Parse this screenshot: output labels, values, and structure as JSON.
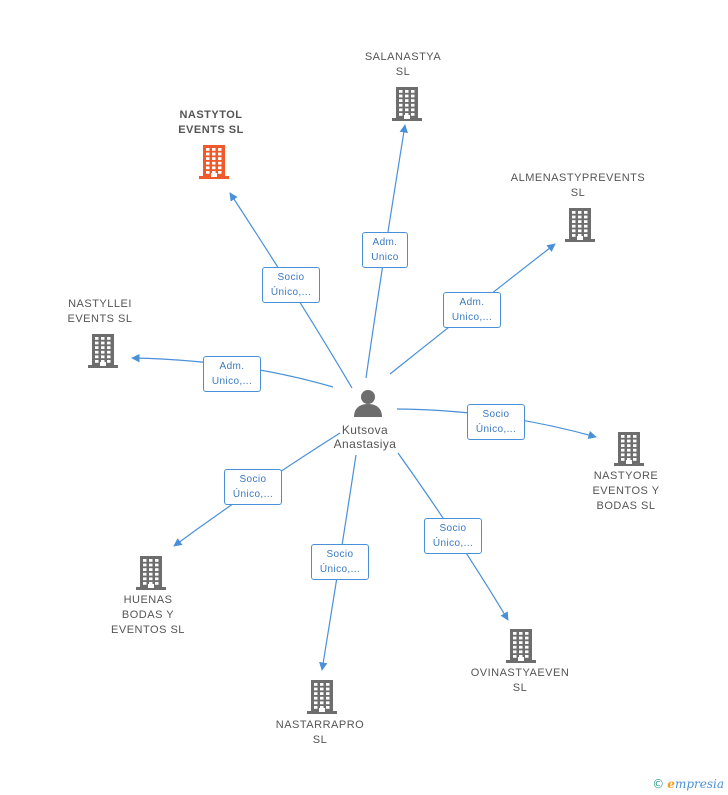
{
  "center": {
    "line1": "Kutsova",
    "line2": "Anastasiya",
    "icon": "person-icon"
  },
  "companies": [
    {
      "id": "nastytol",
      "line1": "NASTYTOL",
      "line2": "EVENTS  SL",
      "line3": "",
      "highlight": true,
      "color": "#f05a2a"
    },
    {
      "id": "salanastya",
      "line1": "SALANASTYA",
      "line2": "SL",
      "line3": "",
      "highlight": false,
      "color": "#6d6d6d"
    },
    {
      "id": "almenastyprevents",
      "line1": "ALMENASTYPREVENTS",
      "line2": "SL",
      "line3": "",
      "highlight": false,
      "color": "#6d6d6d"
    },
    {
      "id": "nastyllei",
      "line1": "NASTYLLEI",
      "line2": "EVENTS  SL",
      "line3": "",
      "highlight": false,
      "color": "#6d6d6d"
    },
    {
      "id": "nastyore",
      "line1": "NASTYORE",
      "line2": "EVENTOS Y",
      "line3": "BODAS  SL",
      "highlight": false,
      "color": "#6d6d6d"
    },
    {
      "id": "huenas",
      "line1": "HUENAS",
      "line2": "BODAS Y",
      "line3": "EVENTOS  SL",
      "highlight": false,
      "color": "#6d6d6d"
    },
    {
      "id": "ovinastyaeven",
      "line1": "OVINASTYAEVEN",
      "line2": "SL",
      "line3": "",
      "highlight": false,
      "color": "#6d6d6d"
    },
    {
      "id": "nastarrapro",
      "line1": "NASTARRAPRO",
      "line2": "SL",
      "line3": "",
      "highlight": false,
      "color": "#6d6d6d"
    }
  ],
  "edges": [
    {
      "to": "nastytol",
      "line1": "Socio",
      "line2": "Único,..."
    },
    {
      "to": "salanastya",
      "line1": "Adm.",
      "line2": "Unico"
    },
    {
      "to": "almenastyprevents",
      "line1": "Adm.",
      "line2": "Unico,..."
    },
    {
      "to": "nastyllei",
      "line1": "Adm.",
      "line2": "Unico,..."
    },
    {
      "to": "nastyore",
      "line1": "Socio",
      "line2": "Único,..."
    },
    {
      "to": "huenas",
      "line1": "Socio",
      "line2": "Único,..."
    },
    {
      "to": "ovinastyaeven",
      "line1": "Socio",
      "line2": "Único,..."
    },
    {
      "to": "nastarrapro",
      "line1": "Socio",
      "line2": "Único,..."
    }
  ],
  "colors": {
    "edge": "#4a90d9",
    "building": "#6d6d6d",
    "highlight": "#f05a2a",
    "person": "#6d6d6d"
  },
  "watermark": {
    "copyright": "©",
    "brand_e": "e",
    "brand_rest": "mpresia"
  }
}
